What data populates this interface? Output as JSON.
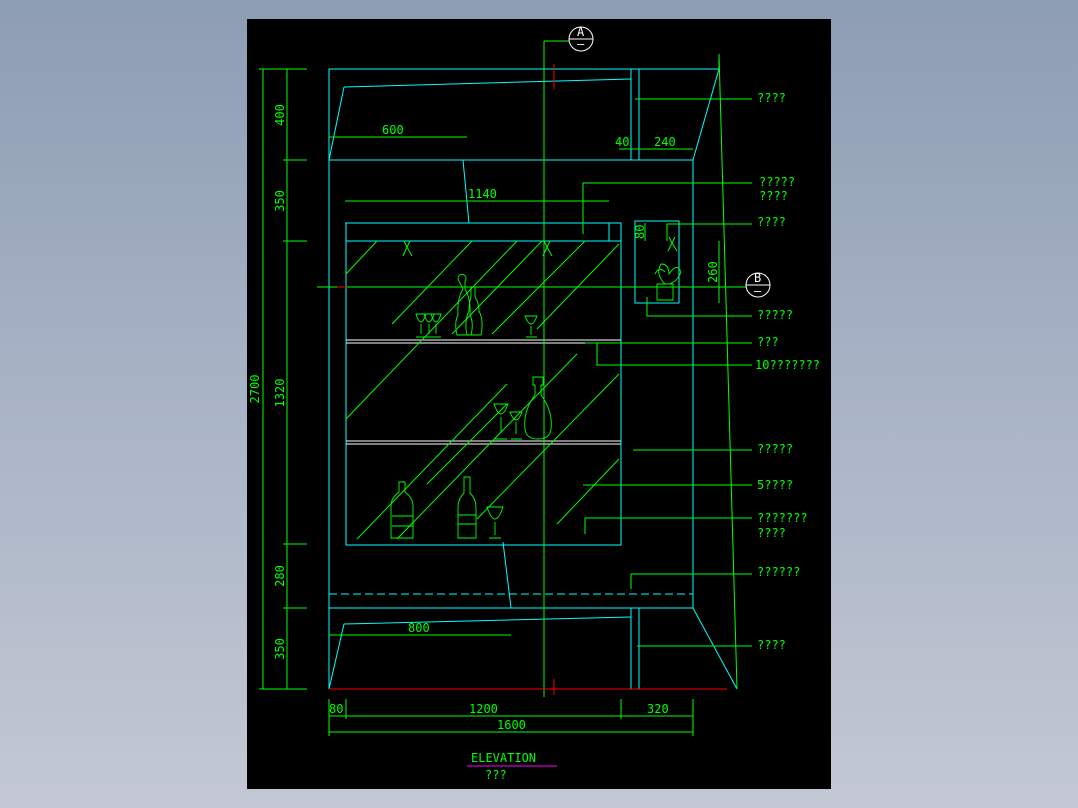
{
  "drawing": {
    "title": "ELEVATION",
    "subtitle": "???",
    "section_a": "A",
    "section_b": "B",
    "section_sub": "–"
  },
  "dimensions": {
    "left": {
      "total": "2700",
      "d400": "400",
      "d350_top": "350",
      "d1320": "1320",
      "d280": "280",
      "d350_bottom": "350"
    },
    "bottom": {
      "d80": "80",
      "d1200": "1200",
      "d320": "320",
      "d1600": "1600"
    },
    "inner": {
      "d600": "600",
      "d1140": "1140",
      "d40": "40",
      "d240": "240",
      "d80_small": "80",
      "d260": "260",
      "d800": "800"
    }
  },
  "callouts": [
    "????",
    "?????",
    "????",
    "????",
    "?????",
    "???",
    "10???????",
    "?????",
    "5????",
    "???????",
    "????",
    "??????",
    "????"
  ],
  "colors": {
    "background": "#000000",
    "dimension": "#00ff00",
    "outline": "#00ffff",
    "shelf": "#ffffff",
    "centerline": "#ff0000",
    "title_underline": "#ff00ff"
  }
}
